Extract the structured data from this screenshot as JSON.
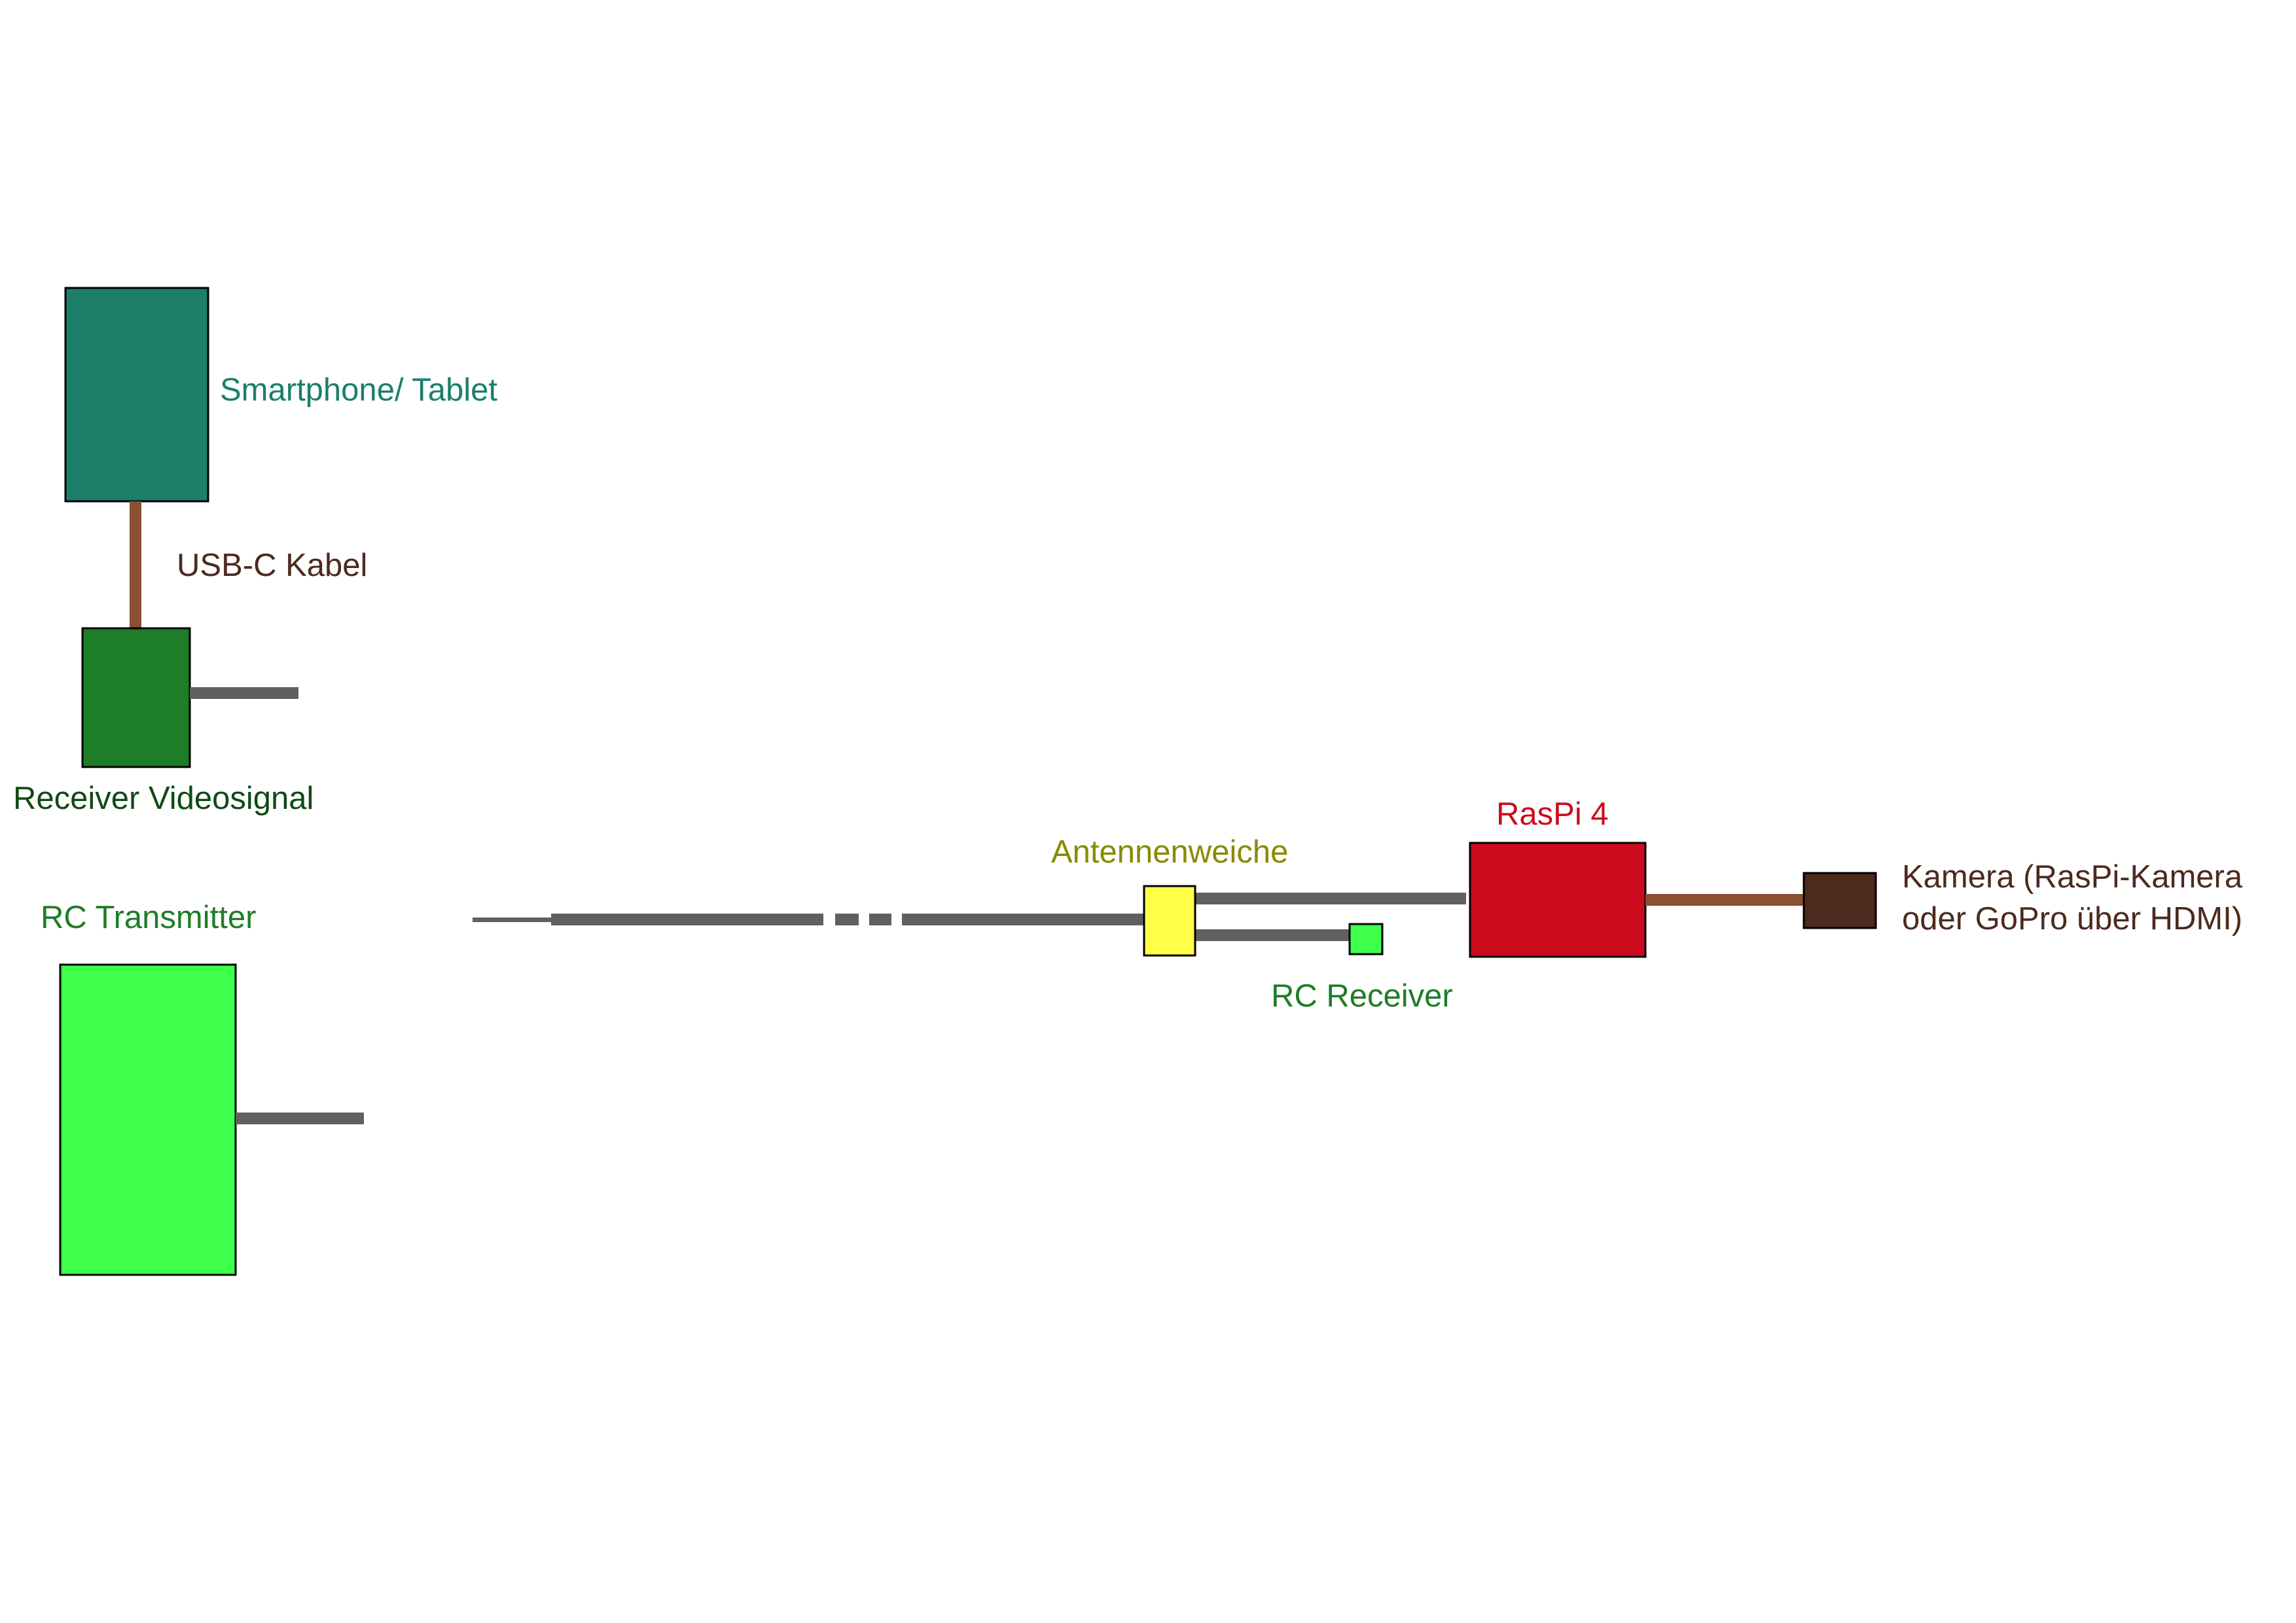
{
  "components": {
    "smartphone": {
      "label": "Smartphone/ Tablet",
      "color": "#1b7f6a",
      "label_color": "#1b7f6a"
    },
    "video_receiver": {
      "label": "Receiver Videosignal",
      "color": "#1e7d27",
      "label_color": "#0f4a14"
    },
    "rc_transmitter": {
      "label": "RC Transmitter",
      "color": "#3dff4c",
      "label_color": "#1e7d27"
    },
    "antennenweiche": {
      "label": "Antennenweiche",
      "color": "#ffff4a",
      "label_color": "#8a8a00"
    },
    "rc_receiver": {
      "label": "RC Receiver",
      "color": "#3dff4c",
      "label_color": "#1e7d27"
    },
    "raspi": {
      "label": "RasPi 4",
      "color": "#cc0b1f",
      "label_color": "#cc0b1f"
    },
    "kamera": {
      "label_line1": "Kamera (RasPi-Kamera",
      "label_line2": "oder GoPro über HDMI)",
      "color": "#4d2a1e",
      "label_color": "#4d2a1e"
    }
  },
  "connections": {
    "usb_c": {
      "label": "USB-C Kabel",
      "color": "#8b4f33",
      "label_color": "#4d2a1e"
    },
    "antenna_color": "#606060",
    "hdmi_color": "#8b4f33"
  }
}
